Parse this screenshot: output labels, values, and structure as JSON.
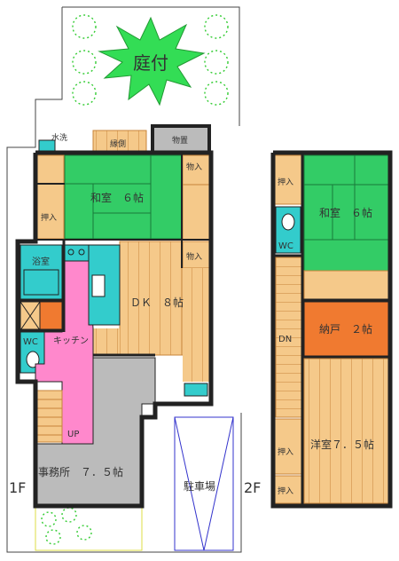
{
  "labels": {
    "garden": "庭付",
    "water": "水洗",
    "veranda": "縁側",
    "storage": "物置",
    "washitsu1": "和室　６帖",
    "oshiire1": "押入",
    "monoire1": "物入",
    "monoire2": "物入",
    "bath": "浴室",
    "dk": "ＤＫ　８帖",
    "kitchen": "キッチン",
    "wc1": "WC",
    "up": "UP",
    "office": "事務所　７．５帖",
    "parking": "駐車場",
    "floor1": "1F",
    "floor2": "2F",
    "oshiire2a": "押入",
    "washitsu2": "和室　６帖",
    "wc2": "WC",
    "dn": "DN",
    "nando": "納戸　２帖",
    "youshitsu": "洋室７．５帖",
    "oshiire2b": "押入",
    "oshiire2c": "押入"
  },
  "colors": {
    "tatami": "#33cc66",
    "wood": "#f5c98a",
    "woodLine": "#c8843a",
    "bath": "#33cccc",
    "kitchen": "#ff88cc",
    "office": "#bbbbbb",
    "nando": "#f07a30",
    "wall": "#222222"
  }
}
